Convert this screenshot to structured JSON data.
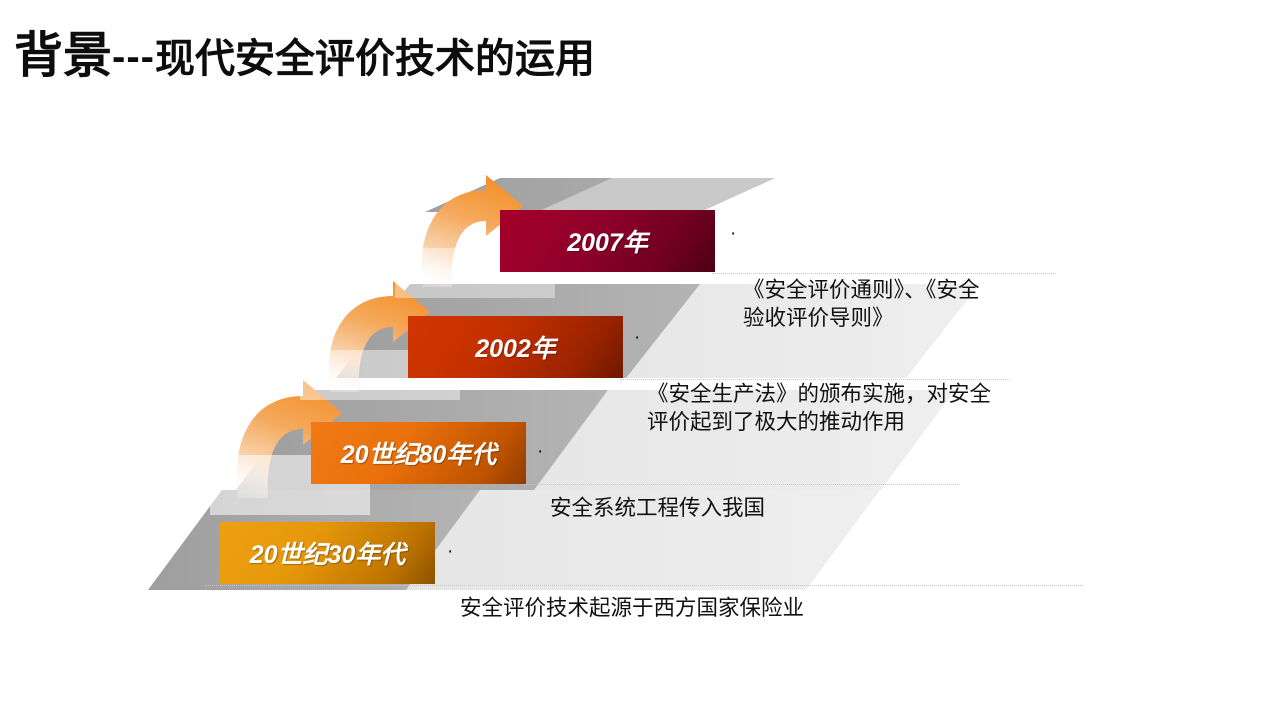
{
  "slide": {
    "background_color": "#ffffff",
    "title": {
      "main": "背景",
      "dash": "---",
      "sub": "现代安全评价技术的运用",
      "color": "#0d0d0d"
    }
  },
  "diagram": {
    "type": "ascending-stairs",
    "arrow_color_top": "#F59A47",
    "arrow_color_bottom": "#FBE3CC",
    "slab_color_dark": "#ABABAB",
    "slab_color_light": "#E3E3E3",
    "dotline_color": "#c6c6c6",
    "steps": [
      {
        "index": 4,
        "year": "2007年",
        "box_color_from": "#A4002A",
        "box_color_to": "#5E0018",
        "desc": "《安全评价通则》、《安全\n验收评价导则》",
        "bullet": "·"
      },
      {
        "index": 3,
        "year": "2002年",
        "box_color_from": "#CF3100",
        "box_color_to": "#7A1C00",
        "desc": "《安全生产法》的颁布实施，对安全\n评价起到了极大的推动作用",
        "bullet": "·"
      },
      {
        "index": 2,
        "year": "20世纪80年代",
        "box_color_from": "#ED7014",
        "box_color_to": "#8A3C00",
        "desc": "安全系统工程传入我国",
        "bullet": "·"
      },
      {
        "index": 1,
        "year": "20世纪30年代",
        "box_color_from": "#E89A0C",
        "box_color_to": "#8A5A00",
        "desc": "安全评价技术起源于西方国家保险业",
        "bullet": "·"
      }
    ]
  }
}
